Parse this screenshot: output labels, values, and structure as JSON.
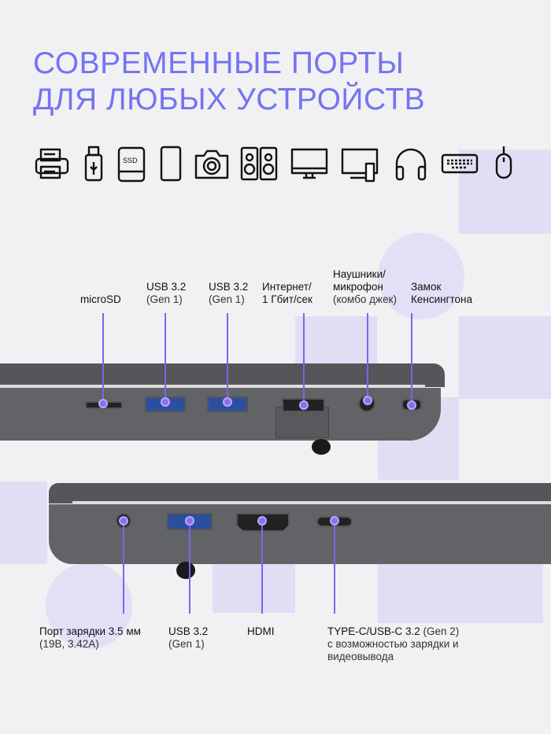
{
  "title": {
    "line1": "СОВРЕМЕННЫЕ ПОРТЫ",
    "line2": "ДЛЯ ЛЮБЫХ УСТРОЙСТВ"
  },
  "icons": [
    "printer-icon",
    "usb-flash-icon",
    "ssd-icon",
    "smartphone-icon",
    "camera-icon",
    "speakers-icon",
    "monitor-icon",
    "tv-remote-icon",
    "headphones-icon",
    "keyboard-icon",
    "mouse-icon"
  ],
  "ssd_text": "SSD",
  "accent": "#7474f2",
  "top_ports": [
    {
      "line1": "microSD",
      "line2": ""
    },
    {
      "line1": "USB 3.2",
      "line2": "(Gen 1)"
    },
    {
      "line1": "USB 3.2",
      "line2": "(Gen 1)"
    },
    {
      "line1": "Интернет/",
      "line2": "1 Гбит/сек"
    },
    {
      "line0": "Наушники/",
      "line1": "микрофон",
      "line2": "(комбо джек)"
    },
    {
      "line1": "Замок",
      "line2": "Кенсингтона"
    }
  ],
  "bottom_ports": [
    {
      "line1": "Порт зарядки 3.5 мм",
      "line2": "(19В, 3.42А)"
    },
    {
      "line1": "USB 3.2",
      "line2": "(Gen 1)"
    },
    {
      "line1": "HDMI"
    },
    {
      "line1a": "TYPE-C/USB-C 3.2",
      "line1b": " (Gen 2)",
      "line2": "с возможностью зарядки и",
      "line3": "видеовывода"
    }
  ]
}
